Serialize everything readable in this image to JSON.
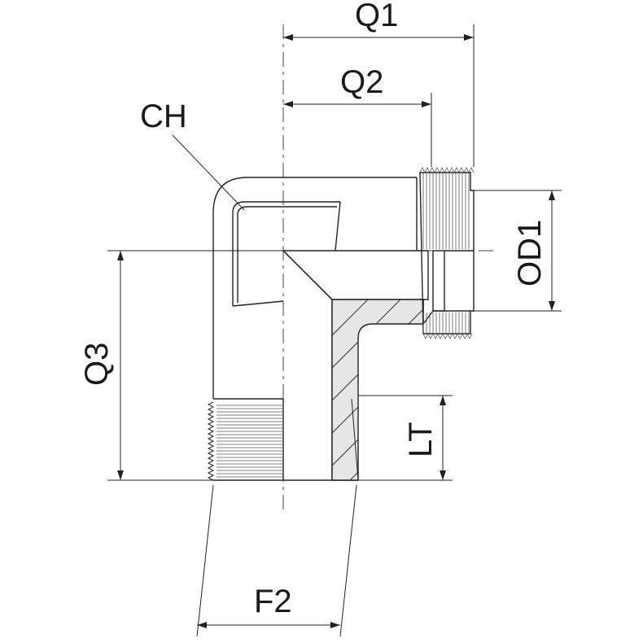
{
  "labels": {
    "q1": "Q1",
    "q2": "Q2",
    "ch": "CH",
    "od1": "OD1",
    "q3": "Q3",
    "lt": "LT",
    "f2": "F2"
  },
  "colors": {
    "line": "#222222",
    "section_fill": "#e6e6e6",
    "background": "#ffffff"
  }
}
